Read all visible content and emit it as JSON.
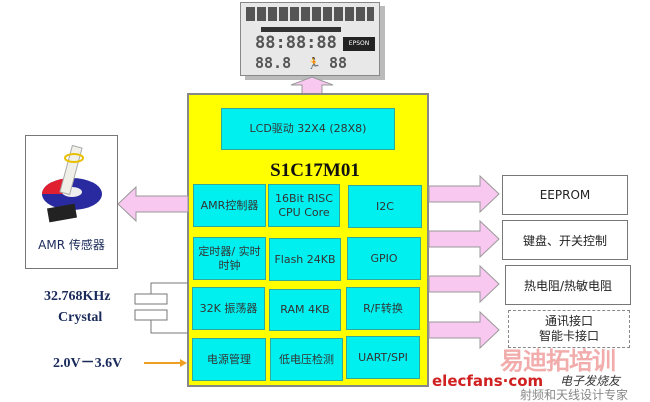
{
  "lcd": {
    "clock": "88:88:88",
    "small_left": "88.8",
    "small_right": "88",
    "brand": "EPSON"
  },
  "chip": {
    "title": "S1C17M01",
    "lcd_driver": "LCD驱动 32X4 (28X8)",
    "cells": [
      [
        "AMR控制器",
        "16Bit RISC CPU Core",
        "I2C"
      ],
      [
        "定时器/ 实时时钟",
        "Flash 24KB",
        "GPIO"
      ],
      [
        "32K 振荡器",
        "RAM 4KB",
        "R/F转换"
      ],
      [
        "电源管理",
        "低电压检测",
        "UART/SPI"
      ]
    ]
  },
  "amr": {
    "label": "AMR 传感器"
  },
  "crystal": {
    "freq": "32.768KHz",
    "label": "Crystal"
  },
  "power": {
    "range": "2.0V－3.6V"
  },
  "peripherals": [
    "EEPROM",
    "键盘、开关控制",
    "热电阻/热敏电阻",
    "通讯接口",
    "智能卡接口"
  ],
  "watermark": {
    "site": "elecfans·com",
    "cn1": "电子发烧友",
    "cn2": "易迪拓培训",
    "cn3": "射频和天线设计专家"
  },
  "colors": {
    "chip": "#ffff00",
    "cell": "#00f0f0",
    "arrow": "#f8c8f0"
  }
}
